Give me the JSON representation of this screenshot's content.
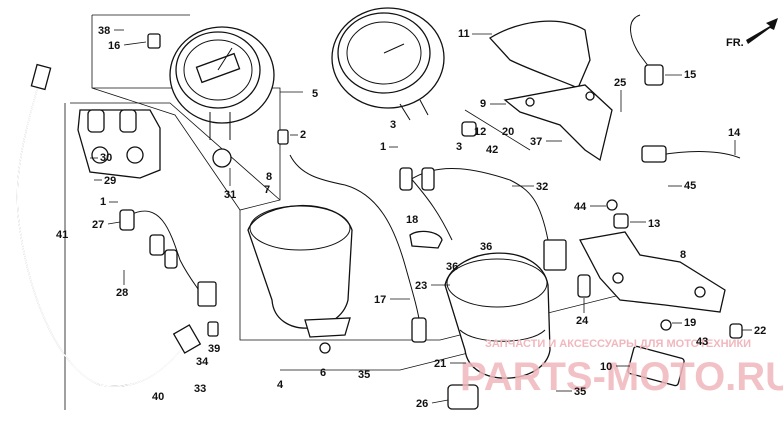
{
  "direction_label": "FR.",
  "watermark": {
    "caption": "ЗАПЧАСТИ И АКСЕССУАРЫ ДЛЯ МОТОТЕХНИКИ",
    "brand": "PARTS-MOTO.RU"
  },
  "callouts": [
    "1",
    "2",
    "3",
    "4",
    "5",
    "6",
    "7",
    "8",
    "9",
    "10",
    "11",
    "12",
    "13",
    "14",
    "15",
    "16",
    "17",
    "18",
    "19",
    "20",
    "21",
    "22",
    "23",
    "24",
    "25",
    "26",
    "27",
    "28",
    "29",
    "30",
    "31",
    "32",
    "33",
    "34",
    "35",
    "36",
    "37",
    "38",
    "39",
    "40",
    "41",
    "42",
    "43",
    "44",
    "45"
  ]
}
